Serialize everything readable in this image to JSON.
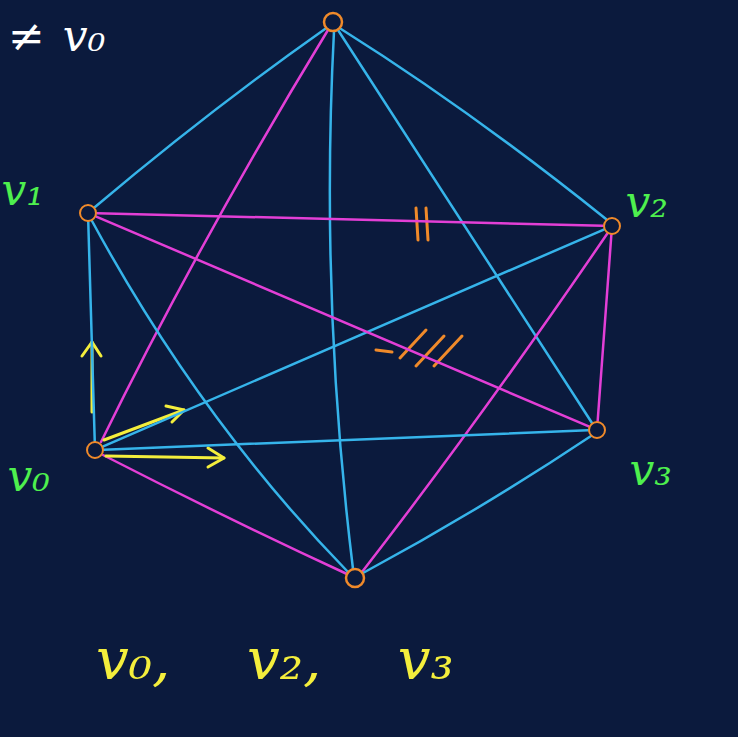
{
  "diagram": {
    "nodes": [
      {
        "text": [
          "v₁"
        ]
      },
      {
        "text": [
          "v₂"
        ]
      },
      {
        "text": [
          "v₃"
        ]
      },
      {
        "text": [
          "v₀"
        ]
      }
    ],
    "edges": [
      {
        "from": 3,
        "to": 0,
        "arrow": "none"
      },
      {
        "from": 3,
        "to": 1,
        "arrow": "none"
      },
      {
        "from": 3,
        "to": 2,
        "arrow": "none"
      },
      {
        "from": 0,
        "to": 1,
        "arrow": "none"
      },
      {
        "from": 0,
        "to": 2,
        "arrow": "none"
      },
      {
        "from": 1,
        "to": 2,
        "arrow": "none"
      }
    ],
    "labels": [
      "≠ v₀",
      "v₀, v₂, v₃"
    ]
  }
}
